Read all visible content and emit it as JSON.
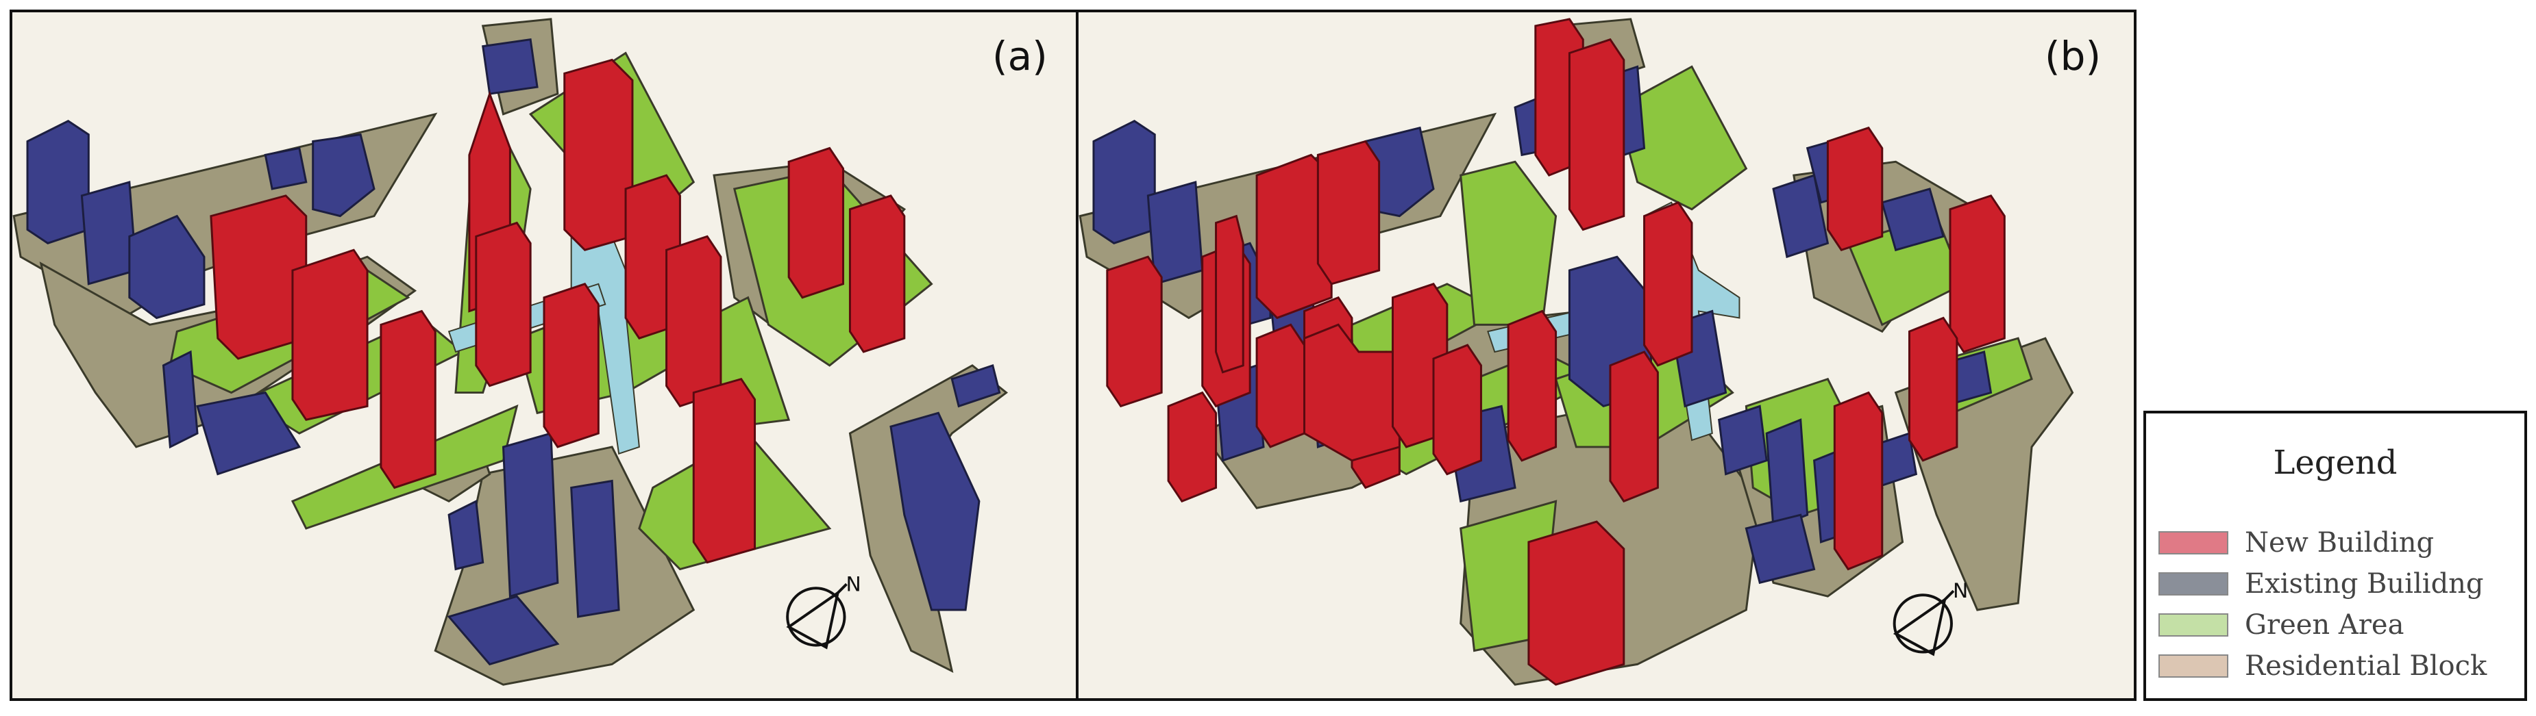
{
  "panels": [
    {
      "label": "(a)"
    },
    {
      "label": "(b)"
    }
  ],
  "compass": {
    "north_label": "N"
  },
  "legend": {
    "title": "Legend",
    "items": [
      {
        "label": "New Building",
        "color": "#e07a86"
      },
      {
        "label": "Existing Builidng",
        "color": "#8a8f99"
      },
      {
        "label": "Green Area",
        "color": "#c4e0a6"
      },
      {
        "label": "Residential Block",
        "color": "#dcc6b3"
      }
    ]
  },
  "colors": {
    "block": "#a09a7c",
    "green": "#8cc63f",
    "new_building": "#cc1f2a",
    "existing_building": "#3b3f8a",
    "water": "#9fd3df",
    "background": "#f4f1e8"
  }
}
